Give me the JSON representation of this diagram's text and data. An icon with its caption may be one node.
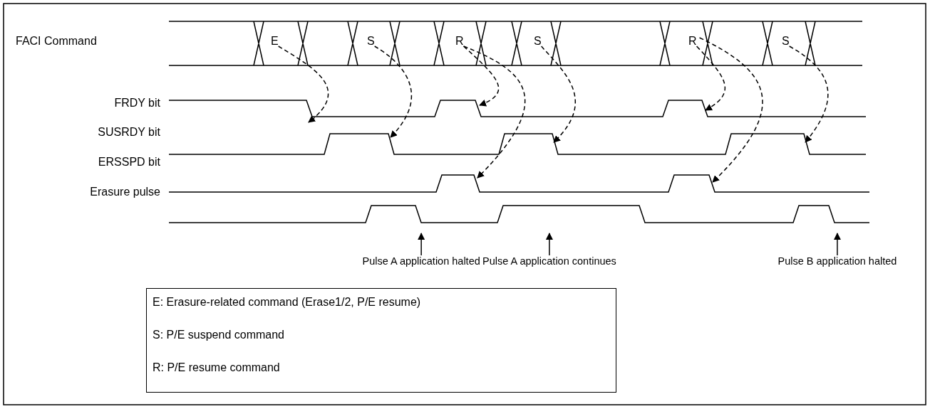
{
  "diagram": {
    "nodes": [
      {
        "text": [
          "E"
        ]
      },
      {
        "text": [
          "S"
        ]
      },
      {
        "text": [
          "R"
        ]
      },
      {
        "text": [
          "S"
        ]
      },
      {
        "text": [
          "R"
        ]
      },
      {
        "text": [
          "S"
        ]
      },
      {
        "text": [
          "Pulse A application halted"
        ]
      },
      {
        "text": [
          "Pulse A application continues"
        ]
      },
      {
        "text": [
          "Pulse B application halted"
        ]
      },
      {
        "text": [
          "E: Erasure-related command (Erase1/2, P/E resume)",
          "S: P/E suspend command",
          "R: P/E resume command"
        ]
      }
    ],
    "edges": [
      {
        "from": 0,
        "to": null,
        "arrow": "to",
        "style": "dashed"
      },
      {
        "from": 1,
        "to": null,
        "arrow": "to",
        "style": "dashed"
      },
      {
        "from": 2,
        "to": null,
        "arrow": "to",
        "style": "dashed"
      },
      {
        "from": 2,
        "to": null,
        "arrow": "to",
        "style": "dashed"
      },
      {
        "from": 3,
        "to": null,
        "arrow": "to",
        "style": "dashed"
      },
      {
        "from": 4,
        "to": null,
        "arrow": "to",
        "style": "dashed"
      },
      {
        "from": 4,
        "to": null,
        "arrow": "to",
        "style": "dashed"
      },
      {
        "from": 5,
        "to": null,
        "arrow": "to",
        "style": "dashed"
      },
      {
        "from": 6,
        "to": null,
        "arrow": "to"
      },
      {
        "from": 7,
        "to": null,
        "arrow": "to"
      },
      {
        "from": 8,
        "to": null,
        "arrow": "to"
      }
    ],
    "labels": [
      "FACI Command",
      "FRDY bit",
      "SUSRDY bit",
      "ERSSPD bit",
      "Erasure pulse"
    ]
  }
}
